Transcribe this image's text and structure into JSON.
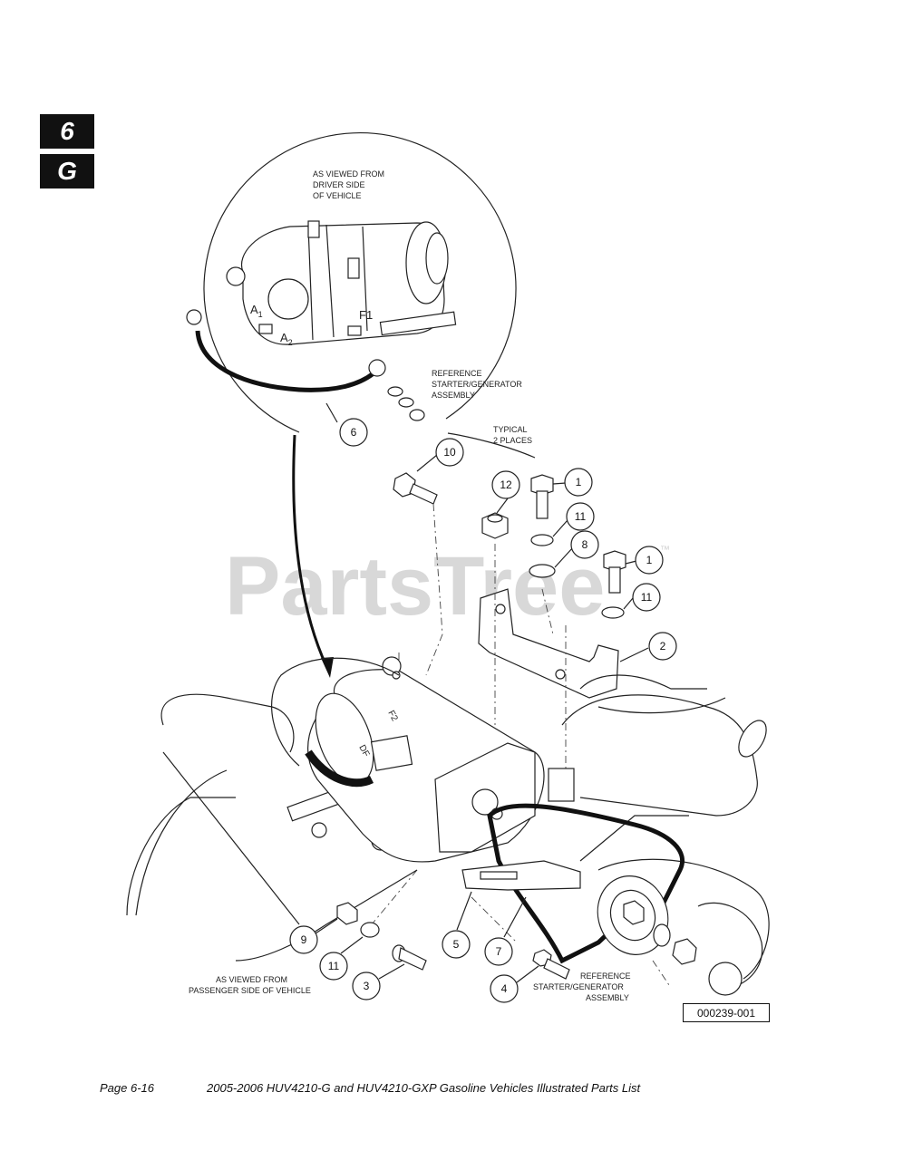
{
  "section_tab": {
    "number": "6",
    "letter": "G"
  },
  "watermark": {
    "text": "PartsTree",
    "trademark": "™"
  },
  "inset": {
    "caption_lines": [
      "AS VIEWED FROM",
      "DRIVER SIDE",
      "OF VEHICLE"
    ],
    "terminal_labels": {
      "a1": "A",
      "a1_sub": "1",
      "a2": "A",
      "a2_sub": "2",
      "f1": "F1"
    },
    "reference_lines": [
      "REFERENCE",
      "STARTER/GENERATOR",
      "ASSEMBLY"
    ]
  },
  "typical_lines": [
    "TYPICAL",
    "2 PLACES"
  ],
  "main_labels": {
    "f2": "F2",
    "df": "DF"
  },
  "bottom_left_caption": [
    "AS VIEWED FROM",
    "PASSENGER SIDE OF VEHICLE"
  ],
  "bottom_reference": [
    "REFERENCE",
    "STARTER/GENERATOR",
    "ASSEMBLY"
  ],
  "callouts": [
    "6",
    "10",
    "12",
    "1",
    "11",
    "8",
    "1",
    "11",
    "2",
    "9",
    "11",
    "3",
    "5",
    "7",
    "4"
  ],
  "figure_id": "000239-001",
  "footer": {
    "page": "Page 6-16",
    "title": "2005-2006 HUV4210-G and HUV4210-GXP Gasoline Vehicles Illustrated Parts List"
  }
}
